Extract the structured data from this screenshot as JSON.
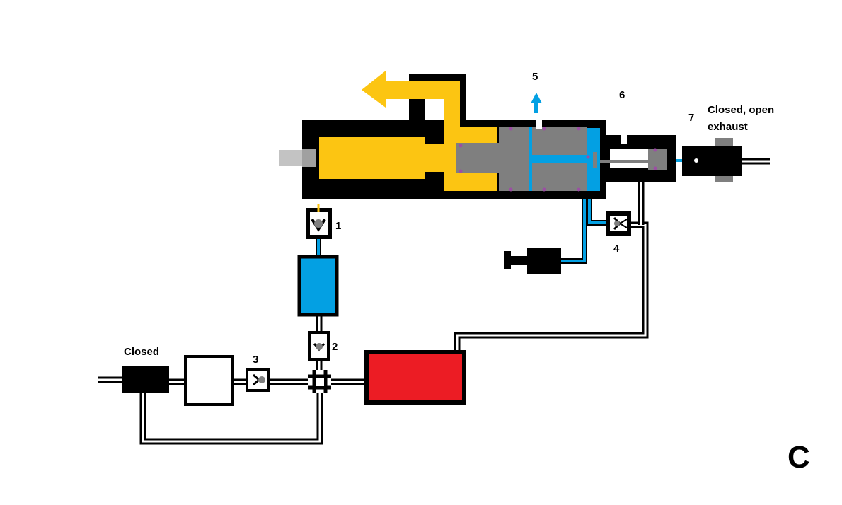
{
  "labels": {
    "n1": "1",
    "n2": "2",
    "n3": "3",
    "n4": "4",
    "n5": "5",
    "n6": "6",
    "n7": "7",
    "closed_left": "Closed",
    "closed_right_line1": "Closed, open",
    "closed_right_line2": "exhaust",
    "panel": "C"
  },
  "colors": {
    "yellow": "#fcc512",
    "blue": "#03a0e3",
    "red": "#ec1c24",
    "gray": "#7f7f7f",
    "dark_gray": "#7a7a7a",
    "light_gray": "#c3c3c3",
    "purple": "#9b4fa3",
    "black": "#000000"
  }
}
